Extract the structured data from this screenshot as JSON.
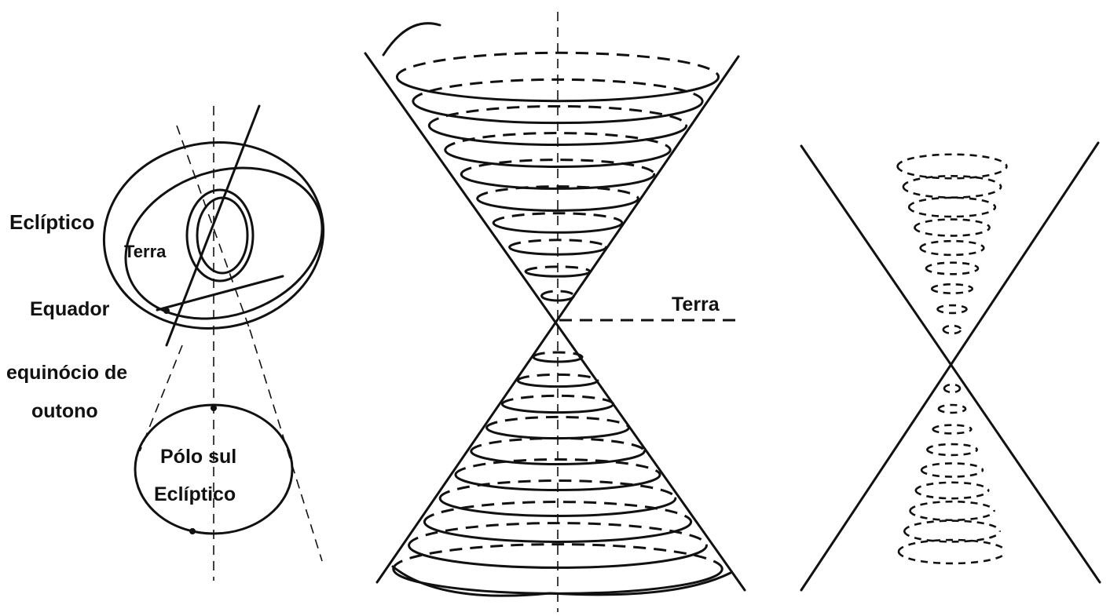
{
  "labels": {
    "ecliptico": "Eclíptico",
    "terra_left": "Terra",
    "equador": "Equador",
    "equinocio_line1": "equinócio de",
    "equinocio_line2": "outono",
    "polo_line1": "Pólo sul",
    "polo_line2": "Eclíptico",
    "terra_center": "Terra"
  },
  "colors": {
    "ink": "#111111",
    "background": "#ffffff"
  }
}
